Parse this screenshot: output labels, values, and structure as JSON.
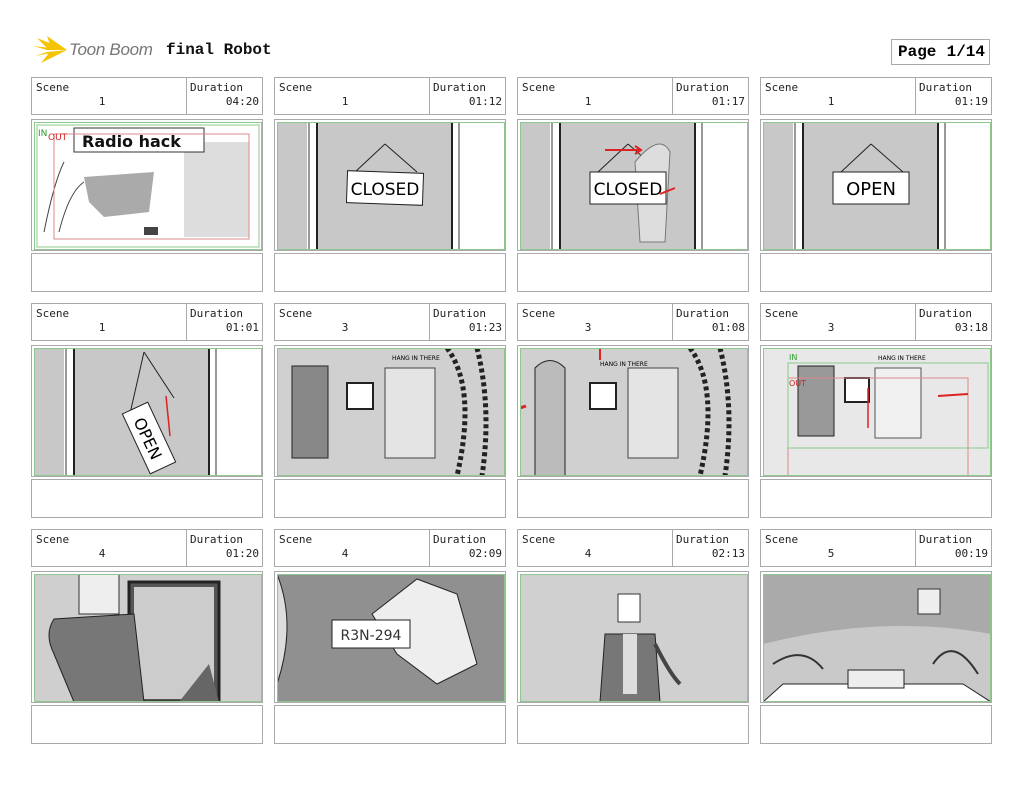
{
  "header": {
    "logo_text": "Toon Boom",
    "project_title": "final Robot",
    "page_label": "Page",
    "page_number": "1/14"
  },
  "labels": {
    "scene": "Scene",
    "duration": "Duration"
  },
  "colors": {
    "logo_star": "#f5c400",
    "in_marker": "#2a9d2a",
    "out_marker": "#cc2222",
    "frame_border": "#8fc88f",
    "arrow": "#dd2222"
  },
  "panels": [
    {
      "scene": "1",
      "duration": "04:20",
      "art_text": "Radio hack",
      "in": "IN",
      "out": "OUT"
    },
    {
      "scene": "1",
      "duration": "01:12",
      "art_text": "CLOSED"
    },
    {
      "scene": "1",
      "duration": "01:17",
      "art_text": "CLOSED"
    },
    {
      "scene": "1",
      "duration": "01:19",
      "art_text": "OPEN"
    },
    {
      "scene": "1",
      "duration": "01:01",
      "art_text": "OPEN"
    },
    {
      "scene": "3",
      "duration": "01:23",
      "art_text": "HANG IN THERE"
    },
    {
      "scene": "3",
      "duration": "01:08",
      "art_text": "HANG IN THERE"
    },
    {
      "scene": "3",
      "duration": "03:18",
      "art_text": "HANG IN THERE",
      "in": "IN",
      "out": "OUT"
    },
    {
      "scene": "4",
      "duration": "01:20"
    },
    {
      "scene": "4",
      "duration": "02:09",
      "art_text": "R3N-294"
    },
    {
      "scene": "4",
      "duration": "02:13"
    },
    {
      "scene": "5",
      "duration": "00:19"
    }
  ]
}
